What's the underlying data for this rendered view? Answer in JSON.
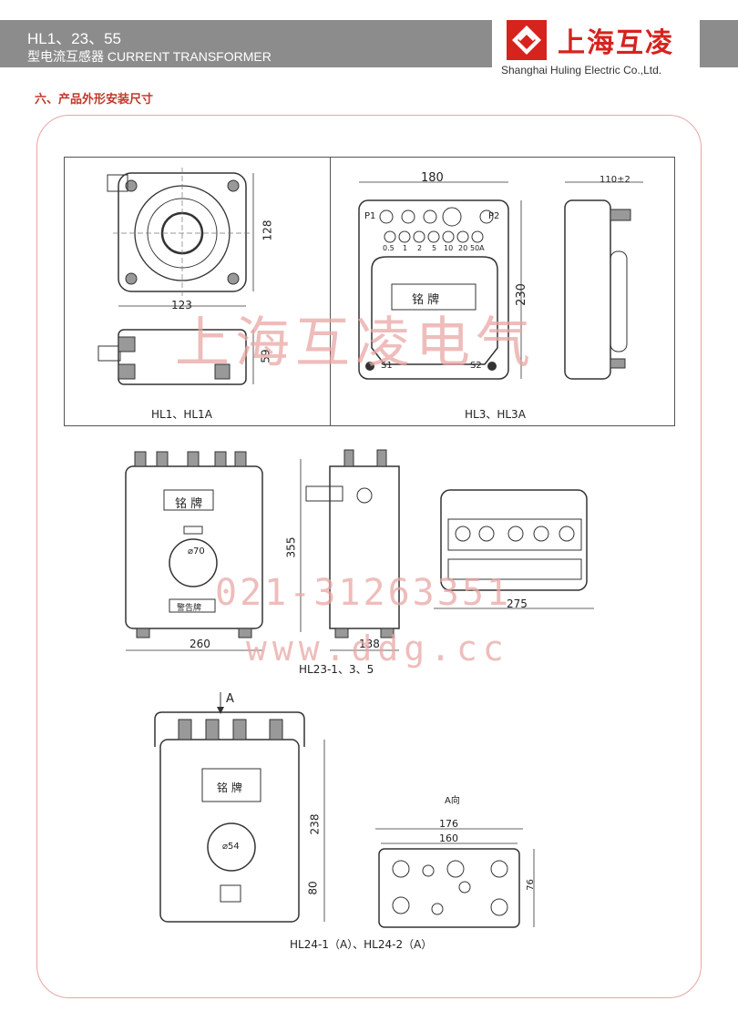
{
  "header": {
    "title": "HL1、23、55",
    "subtitle": "型电流互感器 CURRENT TRANSFORMER",
    "logo_cn": "上海互凌",
    "logo_en": "Shanghai Huling Electric Co.,Ltd.",
    "brand_color": "#d6231e",
    "bar_color": "#8c8c8c"
  },
  "section_title": "六、产品外形安装尺寸",
  "watermark": {
    "company": "上海互凌电气",
    "phone": "021-31263351",
    "url": "www.ddg.cc"
  },
  "hl1": {
    "dim_width": "123",
    "dim_height": "128",
    "dim_side": "59",
    "caption": "HL1、HL1A"
  },
  "hl3": {
    "dim_width": "180",
    "dim_height": "230",
    "dim_side": "110±2",
    "p1": "P1",
    "p2": "P2",
    "s1": "S1",
    "s2": "S2",
    "ranges": [
      "0.5",
      "1",
      "2",
      "5",
      "10",
      "20",
      "50A"
    ],
    "plate": "铭  牌",
    "caption": "HL3、HL3A"
  },
  "hl23": {
    "plate": "铭  牌",
    "diameter": "⌀70",
    "warning": "警告牌",
    "dim_width": "260",
    "dim_height": "355",
    "dim_depth": "138",
    "dim_top": "275",
    "caption": "HL23-1、3、5"
  },
  "hl24": {
    "arrow_label": "A",
    "view_label": "A向",
    "plate": "铭  牌",
    "diameter": "⌀54",
    "dim_height": "238",
    "dim_lower": "80",
    "dim_outer": "176",
    "dim_inner": "160",
    "dim_side": "76",
    "caption": "HL24-1（A）、HL24-2（A）"
  }
}
